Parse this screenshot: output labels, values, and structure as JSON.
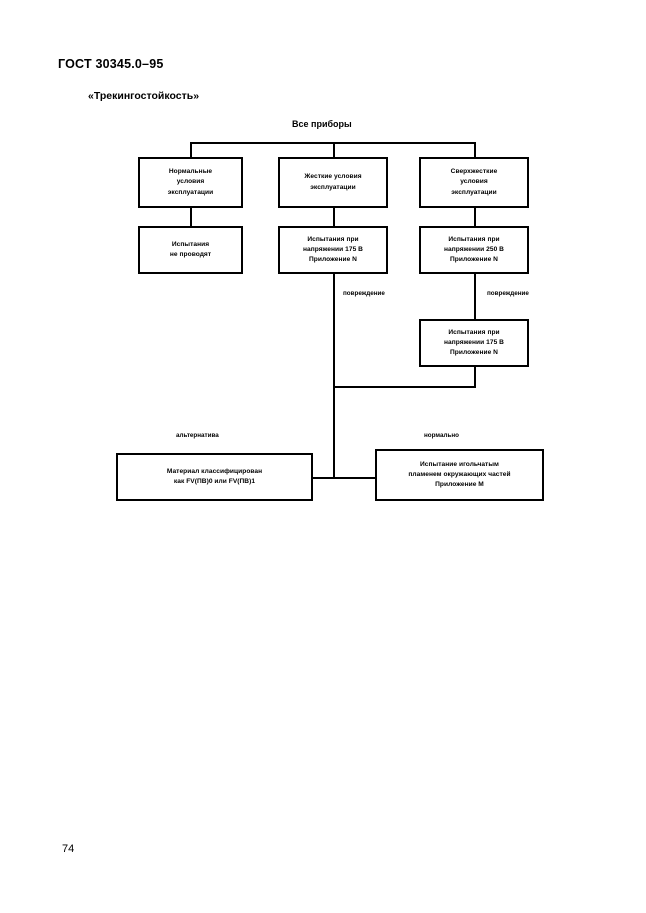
{
  "document": {
    "standard_header": "ГОСТ 30345.0–95",
    "quoted_term": "«Трекингостойкость»",
    "page_number": "74"
  },
  "diagram": {
    "root_label": "Все приборы",
    "nodes": {
      "normal_conditions": "Нормальные\nусловия\nэксплуатации",
      "severe_conditions": "Жесткие условия\nэксплуатации",
      "extra_severe_conditions": "Сверхжесткие\nусловия\nэксплуатации",
      "no_tests": "Испытания\nне проводят",
      "test_175_left": "Испытания при\nнапряжении 175 В\nПриложение N",
      "test_250_right": "Испытания при\nнапряжении 250 В\nПриложение N",
      "test_175_lower": "Испытания при\nнапряжении 175 В\nПриложение N",
      "material_classified": "Материал классифицирован\nкак FV(ПВ)0 или FV(ПВ)1",
      "needle_flame_test": "Испытание игольчатым\nпламенем окружающих частей\nПриложение М"
    },
    "edge_labels": {
      "damage_left": "повреждение",
      "damage_right": "повреждение",
      "alternative": "альтернатива",
      "normal": "нормально"
    },
    "colors": {
      "line": "#000000",
      "box_fill": "#ffffff",
      "text": "#000000"
    }
  }
}
